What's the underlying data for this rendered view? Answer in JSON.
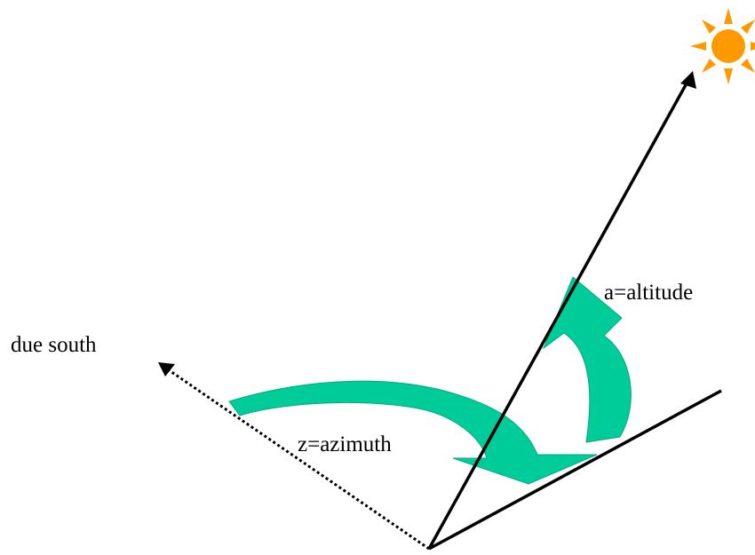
{
  "labels": {
    "due_south": "due south",
    "azimuth": "z=azimuth",
    "altitude": "a=altitude"
  },
  "colors": {
    "arc_fill": "#00CC99",
    "sun_fill": "#FF9900",
    "line": "#000000",
    "background": "#FFFFFF"
  },
  "icons": {
    "sun": "sun-icon"
  }
}
